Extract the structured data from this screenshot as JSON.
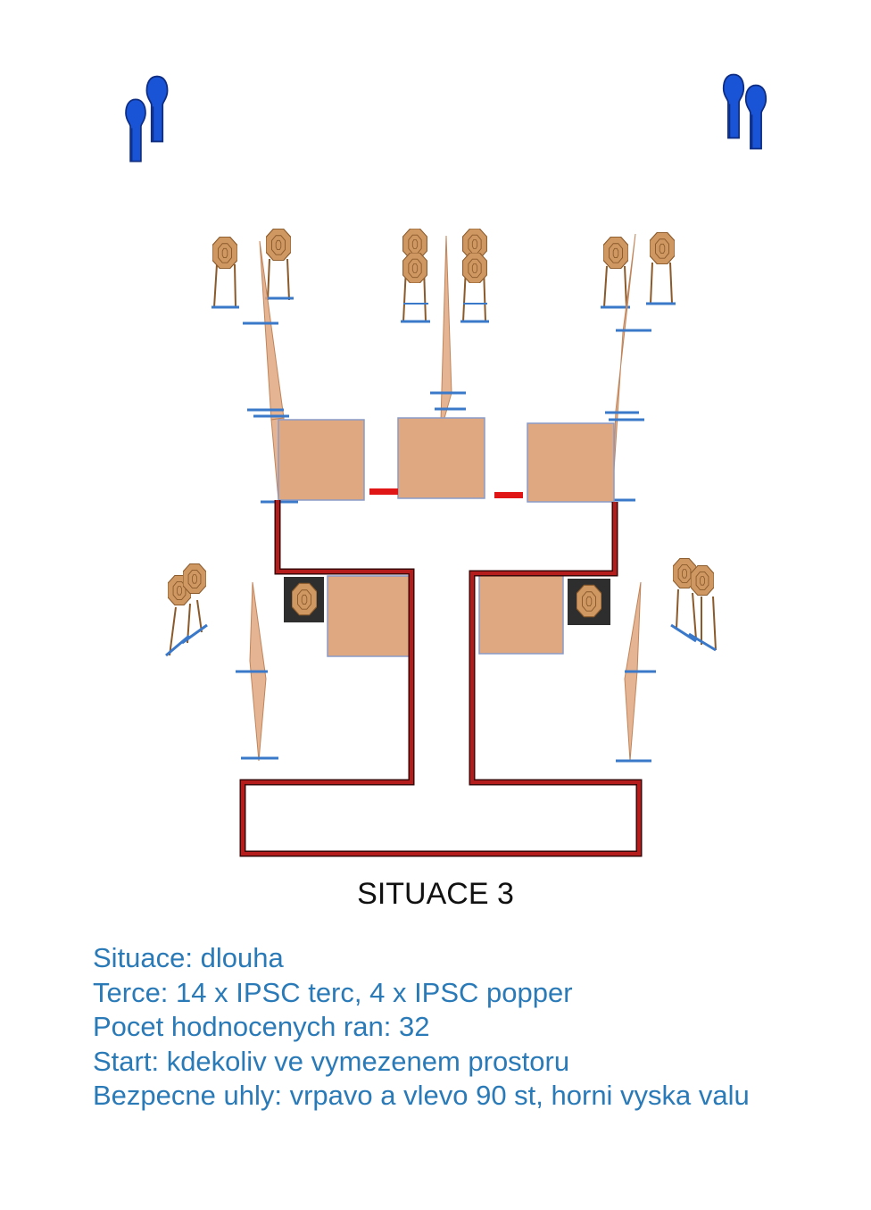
{
  "diagram": {
    "title": "SITUACE 3",
    "colors": {
      "wall": "#b51d1d",
      "wall_edge": "#3a0a0a",
      "barrel": "#e0a880",
      "barrel_edge": "#8a9bc7",
      "fault_line": "#e01515",
      "target": "#cf9762",
      "target_edge": "#8a5a2b",
      "stand": "#3a78c9",
      "shooter": "#1a54d6",
      "popper_box": "#2e2e2e"
    },
    "elements": {
      "barrels": "barrel",
      "walls": "wall",
      "fault_lines": "fault-line",
      "ipsc_targets": "ipsc-target",
      "poppers": "popper-target",
      "shooters": "shooter-figure",
      "no_shoot_blades": "no-shoot-blade"
    }
  },
  "info": {
    "lines": [
      "Situace: dlouha",
      "Terce: 14 x IPSC terc, 4 x IPSC popper",
      "Pocet hodnocenych ran: 32",
      "Start: kdekoliv ve vymezenem prostoru",
      "Bezpecne uhly: vrpavo a vlevo 90 st, horni vyska valu"
    ]
  }
}
